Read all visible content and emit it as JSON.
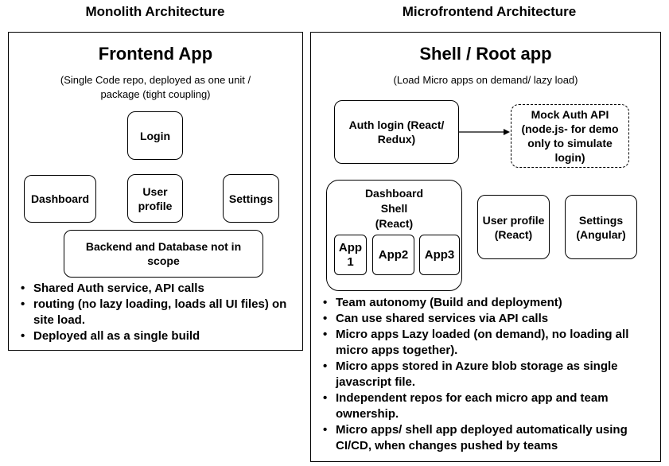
{
  "monolith": {
    "heading": "Monolith Architecture",
    "title": "Frontend App",
    "subtitle_line1": "(Single Code repo, deployed as one unit /",
    "subtitle_line2": "package (tight coupling)",
    "boxes": {
      "login": "Login",
      "dashboard": "Dashboard",
      "user_profile_line1": "User",
      "user_profile_line2": "profile",
      "settings": "Settings",
      "backend_line1": "Backend and Database not in",
      "backend_line2": "scope"
    },
    "bullets": [
      "Shared Auth service, API calls",
      "routing (no lazy loading, loads all UI files) on site load.",
      "Deployed all as a single build"
    ]
  },
  "microfrontend": {
    "heading": "Microfrontend Architecture",
    "title": "Shell / Root app",
    "subtitle": "(Load Micro apps on demand/ lazy load)",
    "boxes": {
      "auth_login_line1": "Auth login (React/",
      "auth_login_line2": "Redux)",
      "mock_auth_line1": "Mock Auth API",
      "mock_auth_line2": "(node.js- for demo",
      "mock_auth_line3": "only to simulate",
      "mock_auth_line4": "login)",
      "dashboard_line1": "Dashboard",
      "dashboard_line2": "Shell",
      "dashboard_line3": "(React)",
      "app1_line1": "App",
      "app1_line2": "1",
      "app2": "App2",
      "app3": "App3",
      "user_profile_line1": "User profile",
      "user_profile_line2": "(React)",
      "settings_line1": "Settings",
      "settings_line2": "(Angular)"
    },
    "bullets": [
      "Team autonomy (Build and deployment)",
      "Can use shared services via API calls",
      "Micro apps Lazy loaded (on demand), no loading all micro apps together).",
      "Micro apps stored in Azure blob storage as single javascript file.",
      "Independent repos for each micro app and team ownership.",
      "Micro apps/ shell app deployed automatically using CI/CD, when changes pushed by teams"
    ]
  }
}
